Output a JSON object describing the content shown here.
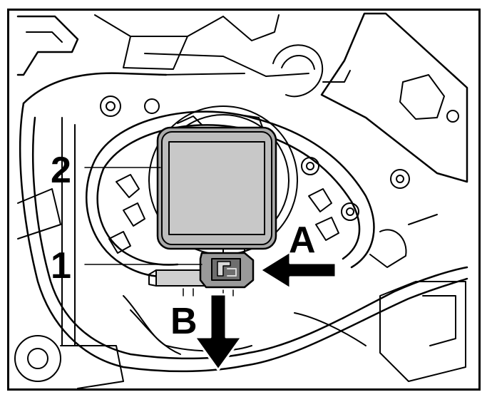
{
  "diagram": {
    "callouts": {
      "part_2": "2",
      "part_1": "1",
      "arrow_a": "A",
      "arrow_b": "B"
    },
    "colors": {
      "line": "#000000",
      "background": "#ffffff",
      "module_face": "#c8c8c8",
      "module_rim": "#a9a9a9",
      "connector": "#9a9a9a",
      "connector_dark": "#6e6e6e"
    }
  }
}
